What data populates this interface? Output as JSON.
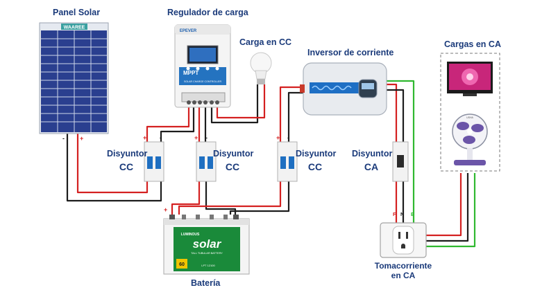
{
  "labels": {
    "panel": "Panel Solar",
    "regulator": "Regulador de carga",
    "dc_load": "Carga en CC",
    "inverter": "Inversor de corriente",
    "ac_loads": "Cargas en CA",
    "breaker1_title": "Disyuntor",
    "breaker1_type": "CC",
    "breaker2_title": "Disyuntor",
    "breaker2_type": "CC",
    "breaker3_title": "Disyuntor",
    "breaker3_type": "CC",
    "breaker4_title": "Disyuntor",
    "breaker4_type": "CA",
    "outlet_line1": "Tomacorriente",
    "outlet_line2": "en CA",
    "battery": "Batería"
  },
  "device_text": {
    "panel_brand": "WAAREE",
    "regulator_brand": "EPEVER",
    "regulator_mppt": "MPPT",
    "regulator_sub": "SOLAR CHARGE CONTROLLER",
    "battery_brand": "LUMINOUS",
    "battery_model": "solar",
    "battery_sub": "TALL TUBULAR BATTERY",
    "battery_capacity": "60",
    "battery_part": "LPT 12100",
    "fan_brand": "USHA"
  },
  "terminals": {
    "f": "F",
    "n": "N",
    "e": "E"
  },
  "polarity": {
    "plus": "+",
    "minus": "-"
  },
  "colors": {
    "label": "#1a3a7a",
    "wire_red": "#d42020",
    "wire_black": "#1c1c1c",
    "wire_green": "#2fb82f",
    "panel_cell": "#1f3a8c",
    "inverter_accent": "#1e6fc4"
  }
}
